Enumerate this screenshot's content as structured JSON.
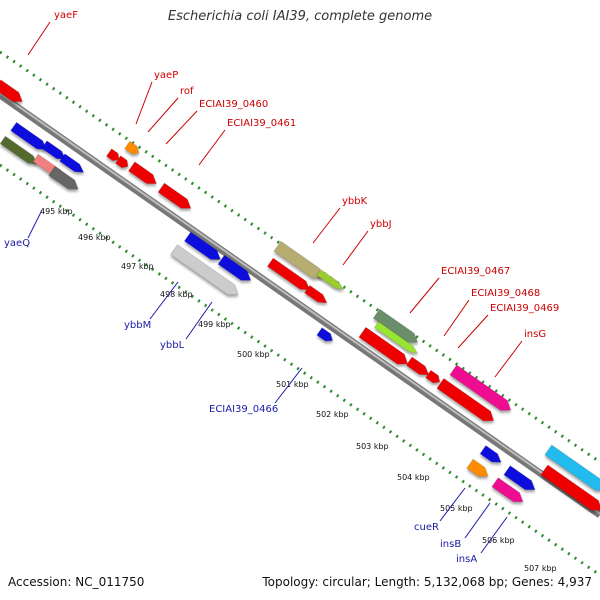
{
  "title": "Escherichia coli IAI39, complete genome",
  "accession": "Accession: NC_011750",
  "topology": "Topology: circular; Length: 5,132,068 bp; Genes: 4,937",
  "colors": {
    "forward_label": "#cc0000",
    "reverse_label": "#1a1aa6",
    "backbone": "#8c8c8c",
    "dotted_guide": "#2e8b2e"
  },
  "ticks": [
    "495 kbp",
    "496 kbp",
    "497 kbp",
    "498 kbp",
    "499 kbp",
    "500 kbp",
    "501 kbp",
    "502 kbp",
    "503 kbp",
    "504 kbp",
    "505 kbp",
    "506 kbp",
    "507 kbp"
  ],
  "forward_labels": [
    "yaeF",
    "yaeP",
    "rof",
    "ECIAI39_0460",
    "ECIAI39_0461",
    "ybbK",
    "ybbJ",
    "ECIAI39_0467",
    "ECIAI39_0468",
    "ECIAI39_0469",
    "insG"
  ],
  "reverse_labels": [
    "yaeQ",
    "ybbM",
    "ybbL",
    "ECIAI39_0466",
    "cueR",
    "insB",
    "insA"
  ]
}
